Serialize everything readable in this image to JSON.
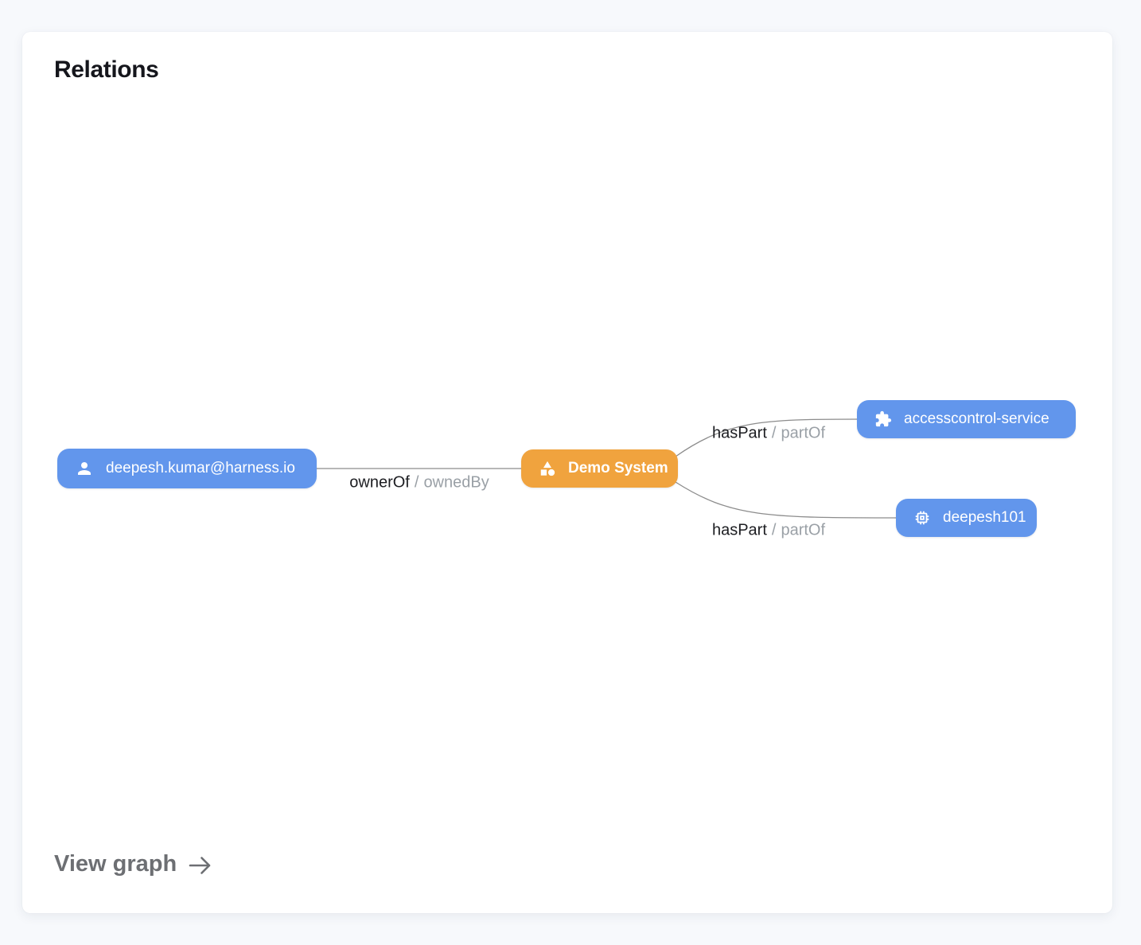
{
  "page": {
    "background_color": "#F7F9FC"
  },
  "card": {
    "title": "Relations",
    "view_graph_label": "View graph"
  },
  "colors": {
    "node_blue": "#6296EC",
    "node_orange": "#F0A33E",
    "node_text": "#FFFFFF",
    "edge_line": "#8C8C8C",
    "edge_label_primary": "#1C1D21",
    "edge_label_secondary": "#9AA0A6",
    "view_graph_text": "#6D6F73"
  },
  "graph": {
    "nodes": [
      {
        "id": "user",
        "label": "deepesh.kumar@harness.io",
        "icon": "person-icon",
        "color": "#6296EC"
      },
      {
        "id": "demo-system",
        "label": "Demo System",
        "icon": "category-icon",
        "color": "#F0A33E"
      },
      {
        "id": "accesscontrol-service",
        "label": "accesscontrol-service",
        "icon": "puzzle-icon",
        "color": "#6296EC"
      },
      {
        "id": "deepesh101",
        "label": "deepesh101",
        "icon": "chip-icon",
        "color": "#6296EC"
      }
    ],
    "edges": [
      {
        "from": "user",
        "to": "demo-system",
        "label": {
          "primary": "ownerOf",
          "sep": "/",
          "secondary": "ownedBy"
        }
      },
      {
        "from": "demo-system",
        "to": "accesscontrol-service",
        "label": {
          "primary": "hasPart",
          "sep": "/",
          "secondary": "partOf"
        }
      },
      {
        "from": "demo-system",
        "to": "deepesh101",
        "label": {
          "primary": "hasPart",
          "sep": "/",
          "secondary": "partOf"
        }
      }
    ]
  }
}
